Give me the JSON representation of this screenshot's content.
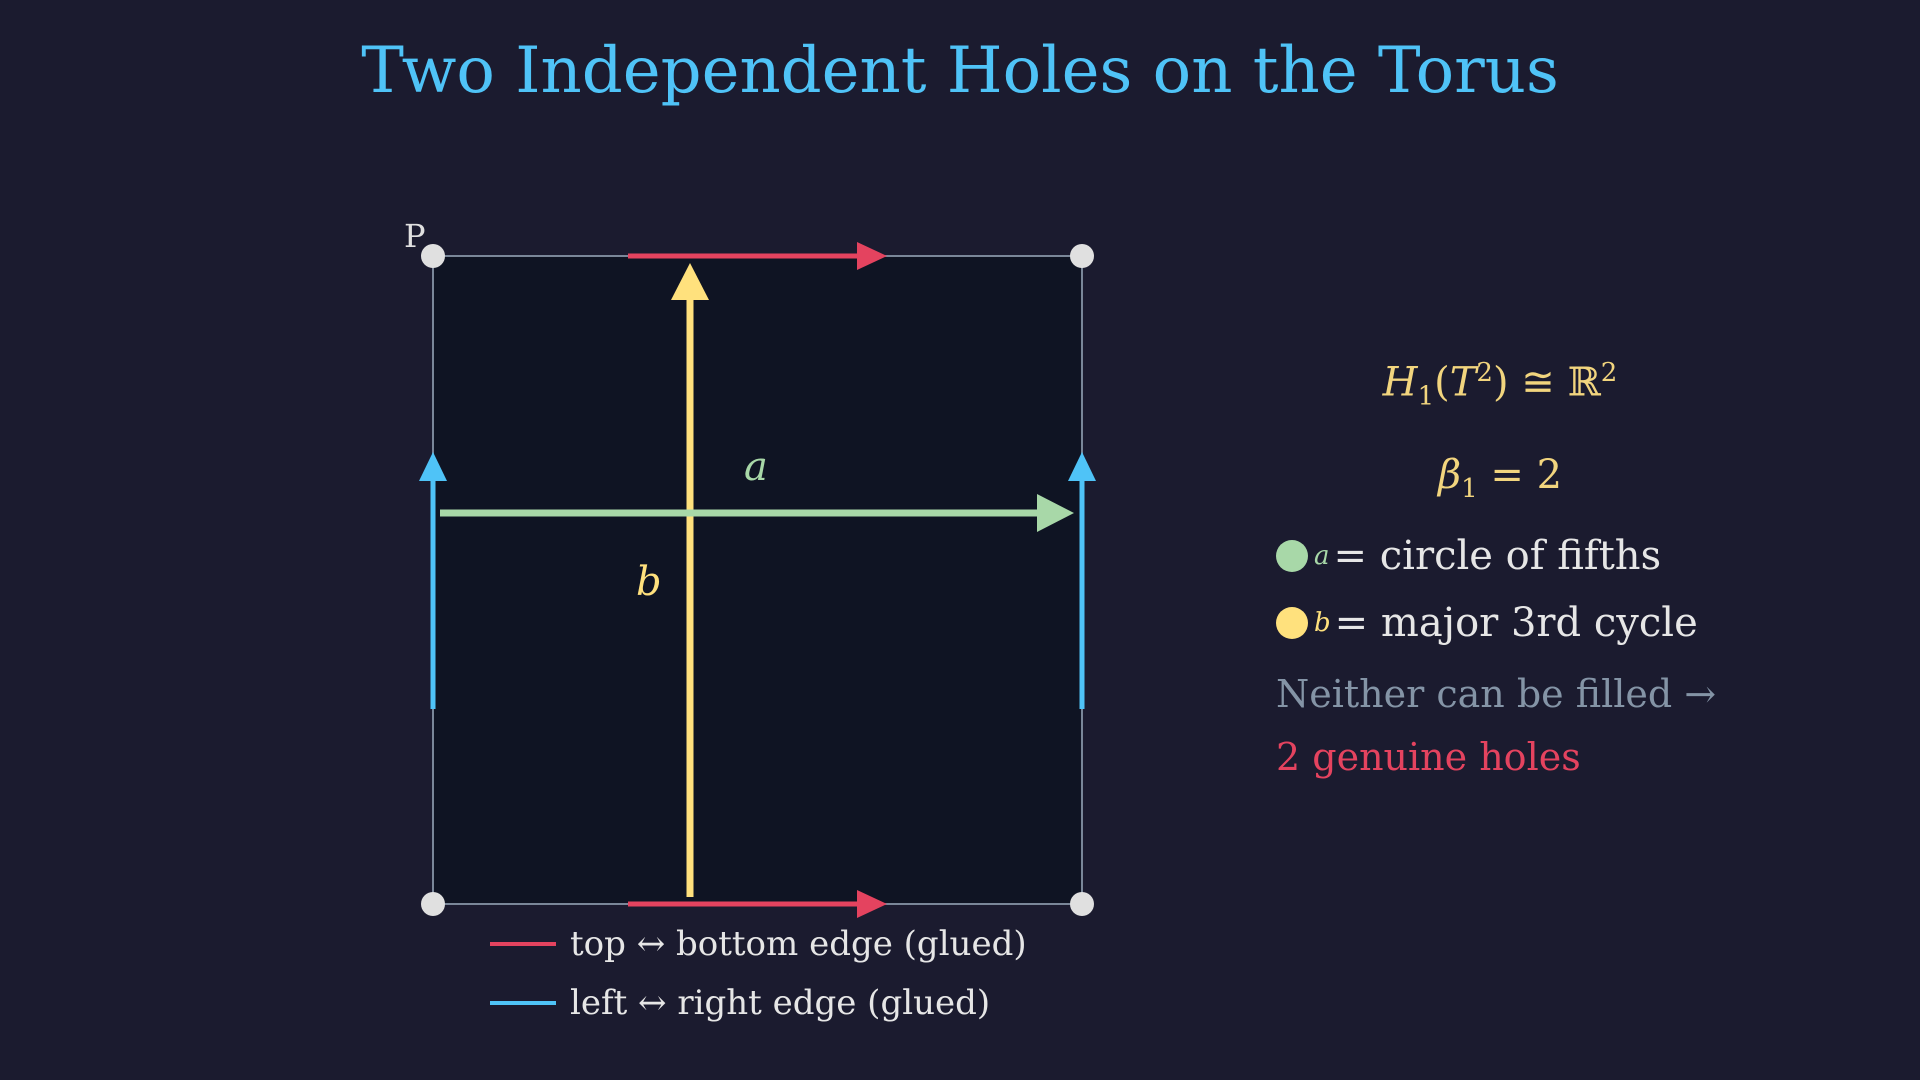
{
  "title": "Two Independent Holes on the Torus",
  "colors": {
    "background": "#1b1b2f",
    "square_fill": "#0f1423",
    "square_border": "#7a8799",
    "title": "#4fc3f7",
    "red_edge": "#e4435f",
    "blue_edge": "#4fc3f7",
    "loop_a": "#a8d8a8",
    "loop_b": "#ffe17d",
    "formula": "#f2d57e",
    "vertex": "#e0e0e0",
    "note_gray": "#8494a6",
    "note_red": "#e4435f"
  },
  "diagram": {
    "vertex_label": "P",
    "loop_a_label": "a",
    "loop_b_label": "b",
    "legend": [
      {
        "label": "top ↔ bottom edge (glued)",
        "color": "#e4435f"
      },
      {
        "label": "left ↔ right edge (glued)",
        "color": "#4fc3f7"
      }
    ]
  },
  "info": {
    "formula_homology": {
      "H": "H",
      "sub": "1",
      "T": "T",
      "sup_T": "2",
      "rel": " ≅ ",
      "R": "ℝ",
      "sup_R": "2"
    },
    "formula_betti": {
      "beta": "β",
      "sub": "1",
      "rest": " = 2"
    },
    "keys": [
      {
        "symbol": "a",
        "text": "= circle of fifths",
        "color": "#a8d8a8"
      },
      {
        "symbol": "b",
        "text": "= major 3rd cycle",
        "color": "#ffe17d"
      }
    ],
    "note_line1": "Neither can be filled →",
    "note_line2": "2 genuine holes"
  }
}
